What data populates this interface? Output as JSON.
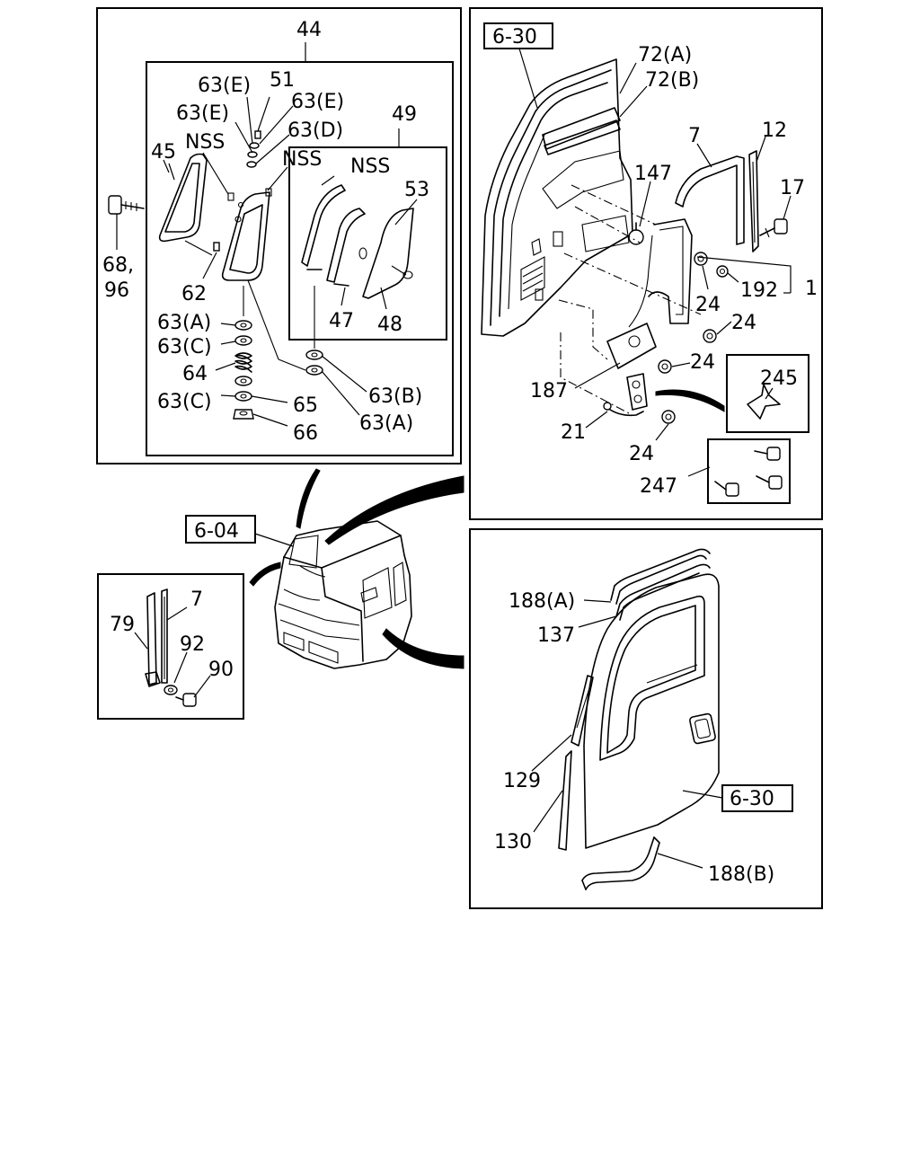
{
  "panels": {
    "top_left": {
      "labels": {
        "assembly": "44",
        "sub_assembly": "49",
        "p63e_a": "63(E)",
        "p51": "51",
        "p63e_b": "63(E)",
        "p63e_c": "63(E)",
        "p63d": "63(D)",
        "nss_a": "NSS",
        "nss_b": "NSS",
        "nss_c": "NSS",
        "p45": "45",
        "p53": "53",
        "p68": "68,",
        "p96": "96",
        "p62": "62",
        "p47": "47",
        "p48": "48",
        "p63a_a": "63(A)",
        "p63c_a": "63(C)",
        "p64": "64",
        "p63c_b": "63(C)",
        "p65": "65",
        "p66": "66",
        "p63b": "63(B)",
        "p63a_b": "63(A)"
      }
    },
    "top_right": {
      "labels": {
        "ref": "6-30",
        "p72a": "72(A)",
        "p72b": "72(B)",
        "p7": "7",
        "p12": "12",
        "p147": "147",
        "p17": "17",
        "p192": "192",
        "p1": "1",
        "p24_a": "24",
        "p24_b": "24",
        "p24_c": "24",
        "p24_d": "24",
        "p245": "245",
        "p187": "187",
        "p21": "21",
        "p247": "247"
      }
    },
    "center": {
      "labels": {
        "ref": "6-04"
      }
    },
    "bottom_left": {
      "labels": {
        "p79": "79",
        "p7": "7",
        "p92": "92",
        "p90": "90"
      }
    },
    "bottom_right": {
      "labels": {
        "p188a": "188(A)",
        "p137": "137",
        "p129": "129",
        "p130": "130",
        "ref": "6-30",
        "p188b": "188(B)"
      }
    }
  }
}
